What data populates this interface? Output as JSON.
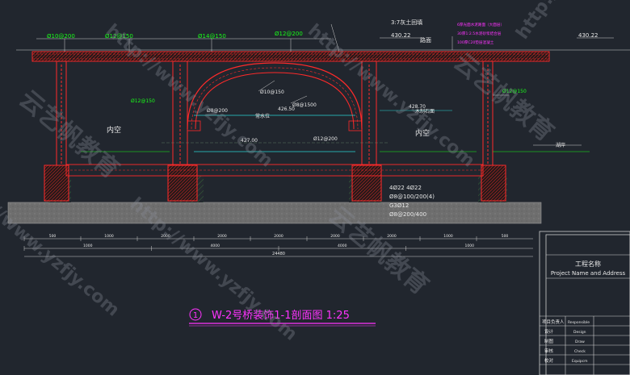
{
  "colors": {
    "background": "#21262e",
    "rebar": "#ff2a2a",
    "label_green": "#19ff19",
    "label_white": "#e8e8e8",
    "concrete": "#6e6e6e",
    "magenta": "#ff33ff",
    "cyan": "#2ad4d4",
    "yellow": "#e8d22a"
  },
  "top_labels": {
    "rebar_1": "Ø10@200",
    "rebar_2": "Ø12@150",
    "rebar_3": "Ø14@150",
    "rebar_4": "Ø12@200",
    "lime_soil": "3:7灰土回填",
    "elev_top": "430.22",
    "road_surface": "路面",
    "elev_right_top": "430.22"
  },
  "pavement_layers": [
    "6厚光面水泥路面（大面层）",
    "30厚1:2.5水泥砂浆结合层",
    "100厚C20垫层混凝土"
  ],
  "mid_labels": {
    "arch_rebar": "Ø10@150",
    "left_rebar": "Ø12@150",
    "right_rebar": "Ø12@150",
    "stirrup": "Ø8@200",
    "spacing_bar": "Ø8@1500",
    "water_level_label": "常水位",
    "water_level": "426.50",
    "right_elev": "428.70",
    "stone_label": "木制石面",
    "bottom_rebar": "Ø12@200",
    "water_elev": "427.00",
    "interior_left": "内空",
    "interior_right": "内空",
    "river_bank": "湖岸"
  },
  "foundation_spec": [
    "4Ø22  4Ø22",
    "Ø8@100/200(4)",
    "G3Ø12",
    "Ø8@200/400"
  ],
  "dimensions": {
    "row1": [
      "500",
      "1000",
      "2000",
      "2000",
      "2000",
      "2000",
      "2000",
      "1000",
      "500"
    ],
    "row2": [
      "1000",
      "4000",
      "4000",
      "1000"
    ],
    "total": "24480"
  },
  "section_title": {
    "number": "1",
    "text": "W-2号桥装饰1-1剖面图  1:25"
  },
  "title_block": {
    "project_name_cn": "工程名称",
    "project_name_en": "Project Name and Address",
    "rows": [
      {
        "cn": "项目负责人",
        "en": "Responsible"
      },
      {
        "cn": "设计",
        "en": "Design"
      },
      {
        "cn": "制图",
        "en": "Draw"
      },
      {
        "cn": "审核",
        "en": "Check"
      },
      {
        "cn": "校对",
        "en": "Equipcm"
      }
    ]
  },
  "watermarks": {
    "brand": "云艺帆教育",
    "url": "http://www.yzfjy.com"
  }
}
